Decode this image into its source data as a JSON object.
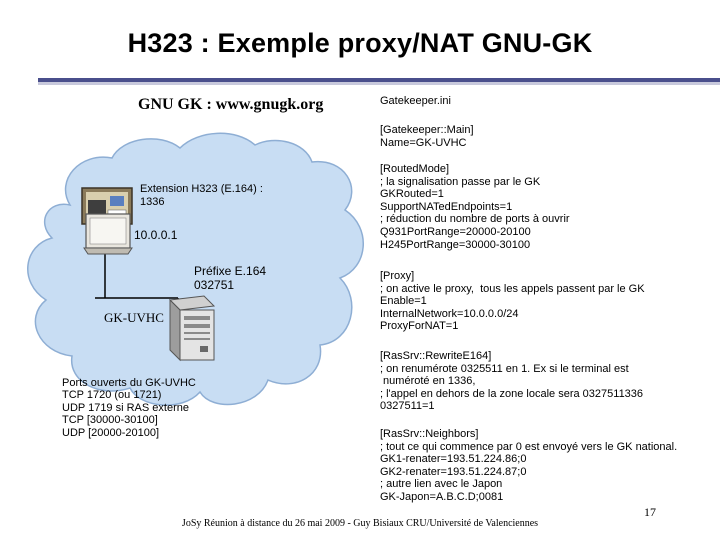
{
  "slide": {
    "title": "H323 : Exemple proxy/NAT GNU-GK",
    "subtitle": "GNU GK : www.gnugk.org",
    "page_number": "17",
    "footer": "JoSy Réunion à distance du 26 mai 2009 - Guy Bisiaux CRU/Université de Valenciennes"
  },
  "diagram": {
    "extension_label": "Extension H323 (E.164) :\n1336",
    "ip_label": "10.0.0.1",
    "prefix_label": "Préfixe E.164\n032751",
    "gk_label": "GK-UVHC",
    "ports_text": "Ports ouverts du GK-UVHC\nTCP 1720 (ou 1721)\nUDP 1719 si RAS externe\nTCP [30000-30100]\nUDP [20000-20100]",
    "icons": [
      "phone-terminal-icon",
      "laptop-icon",
      "server-tower-icon"
    ],
    "colors": {
      "cloud_fill": "#c8ddf3",
      "cloud_stroke": "#8eaed4",
      "rule": "#4a4f8c"
    }
  },
  "config": {
    "file": "Gatekeeper.ini",
    "blocks": [
      "[Gatekeeper::Main]\nName=GK-UVHC",
      "[RoutedMode]\n; la signalisation passe par le GK\nGKRouted=1\nSupportNATedEndpoints=1\n; réduction du nombre de ports à ouvrir\nQ931PortRange=20000-20100\nH245PortRange=30000-30100",
      "[Proxy]\n; on active le proxy,  tous les appels passent par le GK\nEnable=1\nInternalNetwork=10.0.0.0/24\nProxyForNAT=1",
      "[RasSrv::RewriteE164]\n; on renumérote 0325511 en 1. Ex si le terminal est\n numéroté en 1336,\n; l'appel en dehors de la zone locale sera 0327511336\n0327511=1",
      "[RasSrv::Neighbors]\n; tout ce qui commence par 0 est envoyé vers le GK national.\nGK1-renater=193.51.224.86;0\nGK2-renater=193.51.224.87;0\n; autre lien avec le Japon\nGK-Japon=A.B.C.D;0081"
    ]
  }
}
